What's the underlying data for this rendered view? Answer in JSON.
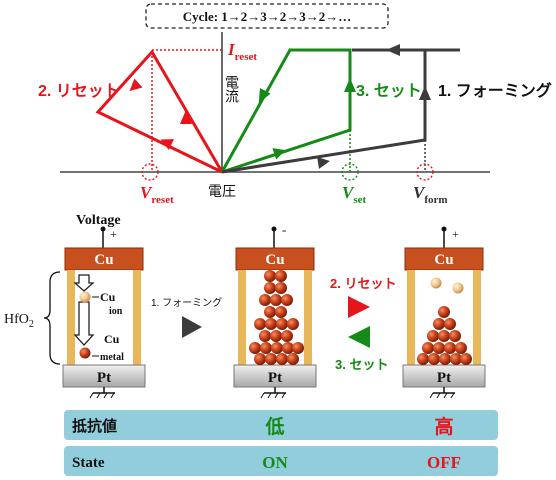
{
  "colors": {
    "red": "#e8141b",
    "green": "#168a16",
    "dark_gray": "#3c3c3c",
    "gray_line": "#555555",
    "cu_orange": "#c8501e",
    "wall_gold": "#e8b75a",
    "pt_gray": "#c8c8c8",
    "table_bg": "#92cddc",
    "ion_color": "#f2c88a",
    "metal_color": "#c0391a"
  },
  "cycle_label": "Cycle: 1→2→3→2→3→2→…",
  "plot": {
    "current_axis_label": "電流",
    "voltage_axis_label": "電圧",
    "i_reset_main": "I",
    "i_reset_sub": "reset",
    "v_reset_main": "V",
    "v_reset_sub": "reset",
    "v_set_main": "V",
    "v_set_sub": "set",
    "v_form_main": "V",
    "v_form_sub": "form",
    "reset_label": "2. リセット",
    "set_label": "3. セット",
    "forming_label": "1. フォーミング"
  },
  "devices": {
    "voltage_label": "Voltage",
    "polarity_1": "+",
    "polarity_2": "-",
    "polarity_3": "+",
    "top_electrode": "Cu",
    "bottom_electrode": "Pt",
    "oxide_label": "HfO",
    "oxide_sub": "2",
    "cu_ion_label": "Cu",
    "cu_ion_sub": "ion",
    "cu_metal_label": "Cu",
    "cu_metal_sub": "metal",
    "forming_arrow_label": "1. フォーミング",
    "reset_arrow_label": "2. リセット",
    "set_arrow_label": "3. セット"
  },
  "table": {
    "rows": [
      {
        "label": "抵抗値",
        "on_value": "低",
        "off_value": "高"
      },
      {
        "label": "State",
        "on_value": "ON",
        "off_value": "OFF"
      }
    ]
  }
}
